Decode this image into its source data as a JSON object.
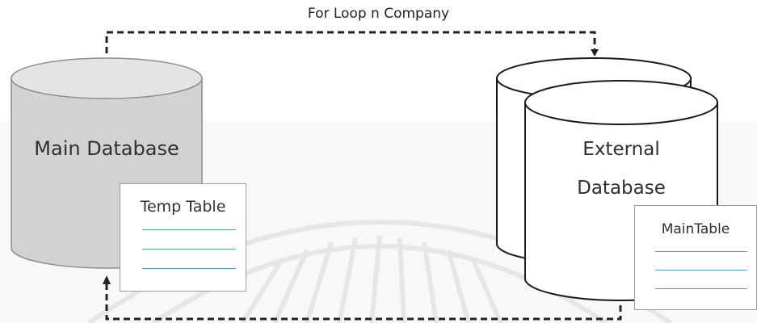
{
  "loop_label": "For Loop n Company",
  "main_database": {
    "label": "Main Database"
  },
  "external_database": {
    "label_line1": "External",
    "label_line2": "Database"
  },
  "temp_table": {
    "title": "Temp Table",
    "line_count": 3
  },
  "main_table": {
    "title": "MainTable",
    "line_count": 3
  },
  "colors": {
    "cylinder_fill": "#d2d2d2",
    "cylinder_top": "#e4e4e4",
    "cylinder_stroke": "#8c8c8c",
    "table_line": "#5b9bd5",
    "connector": "#222222"
  }
}
